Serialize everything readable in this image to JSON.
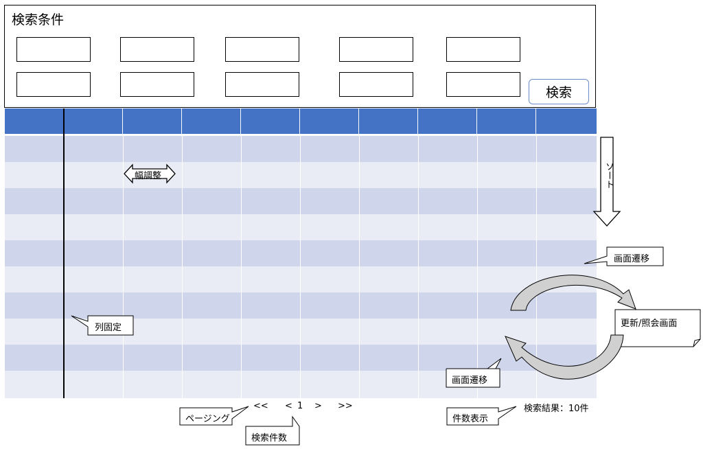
{
  "search": {
    "title": "検索条件",
    "button_label": "検索"
  },
  "annotations": {
    "width_adjust": "幅調整",
    "sort": "ソート",
    "column_fixed": "列固定",
    "screen_transition_top": "画面遷移",
    "screen_transition_bottom": "画面遷移",
    "update_screen": "更新/照会画面",
    "paging": "ページング",
    "search_count": "検索件数",
    "count_display": "件数表示"
  },
  "pager": {
    "first": "<<",
    "prev": "<",
    "page": "1",
    "next": ">",
    "last": ">>"
  },
  "result": {
    "label": "検索結果：10件"
  },
  "colors": {
    "header": "#4472c4",
    "row_dark": "#cfd5ea",
    "row_light": "#e9ebf5",
    "arrow_fill": "#d0d0d0"
  },
  "icons": {
    "width_adjust": "double-arrow-icon",
    "sort": "down-arrow-icon",
    "transition": "circular-arrow-icon"
  }
}
